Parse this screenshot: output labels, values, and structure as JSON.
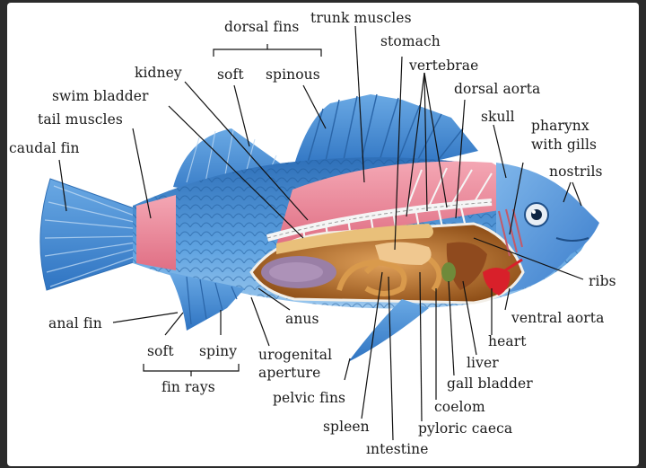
{
  "labels": {
    "dorsal_fins": "dorsal fins",
    "soft_dorsal": "soft",
    "spinous": "spinous",
    "trunk_muscles": "trunk muscles",
    "stomach": "stomach",
    "vertebrae": "vertebrae",
    "kidney": "kidney",
    "swim_bladder": "swim bladder",
    "tail_muscles": "tail muscles",
    "caudal_fin": "caudal fin",
    "dorsal_aorta": "dorsal aorta",
    "skull": "skull",
    "pharynx_line1": "pharynx",
    "pharynx_line2": "with gills",
    "nostrils": "nostrils",
    "ribs": "ribs",
    "ventral_aorta": "ventral aorta",
    "heart": "heart",
    "liver": "liver",
    "gall_bladder": "gall bladder",
    "coelom": "coelom",
    "pyloric_caeca": "pyloric caeca",
    "intestine": "ıntestine",
    "spleen": "spleen",
    "pelvic_fins": "pelvic fins",
    "urogenital_line1": "urogenital",
    "urogenital_line2": "aperture",
    "anus": "anus",
    "spiny": "spiny",
    "soft_ray": "soft",
    "fin_rays": "fin rays",
    "anal_fin": "anal fin"
  },
  "colors": {
    "fin_blue": "#4f93d6",
    "body_blue": "#3f87cf",
    "muscle_pink": "#ef8e9e",
    "organ_orange": "#c8792a",
    "gonad_purple": "#9a7fa6",
    "heart_red": "#d8202a",
    "bone_white": "#f2f2f2"
  }
}
